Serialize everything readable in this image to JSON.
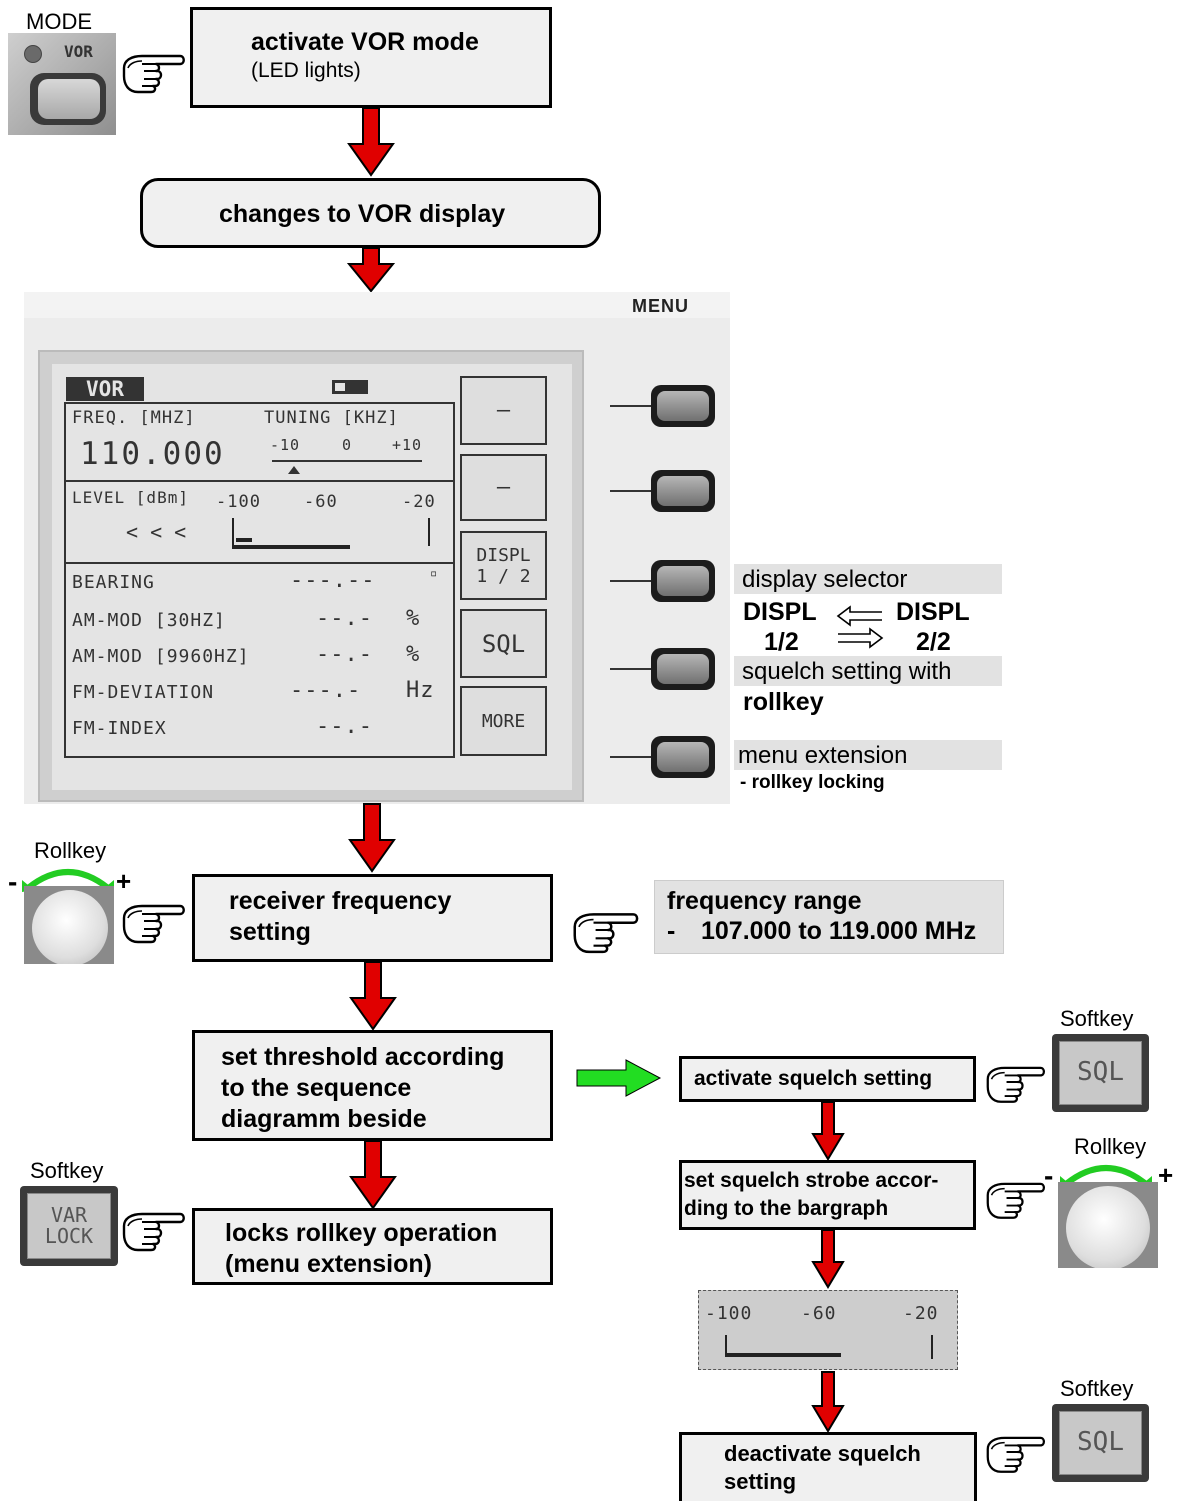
{
  "mode_panel": {
    "label": "MODE",
    "button_label": "VOR"
  },
  "step_activate_vor": {
    "line1": "activate VOR mode",
    "line2": "(LED lights)"
  },
  "step_changes_display": {
    "label": "changes to VOR display"
  },
  "device": {
    "menu_label": "MENU",
    "screen": {
      "mode_badge": "VOR",
      "freq_label": "FREQ. [MHZ]",
      "freq_value": "110.000",
      "tuning_label": "TUNING [KHZ]",
      "tuning_ticks": [
        "-10",
        "0",
        "+10"
      ],
      "level_label": "LEVEL [dBm]",
      "level_arrows": "< < <",
      "level_ticks": [
        "-100",
        "-60",
        "-20"
      ],
      "rows": [
        {
          "label": "BEARING",
          "value": "---.--",
          "unit": "▫"
        },
        {
          "label": "AM-MOD [30HZ]",
          "value": "--.-",
          "unit": "%"
        },
        {
          "label": "AM-MOD [9960HZ]",
          "value": "--.-",
          "unit": "%"
        },
        {
          "label": "FM-DEVIATION",
          "value": "---.-",
          "unit": "Hz"
        },
        {
          "label": "FM-INDEX",
          "value": "--.-",
          "unit": ""
        }
      ],
      "softkeys": [
        {
          "line1": "–",
          "line2": ""
        },
        {
          "line1": "–",
          "line2": ""
        },
        {
          "line1": "DISPL",
          "line2": "1 / 2"
        },
        {
          "line1": "SQL",
          "line2": ""
        },
        {
          "line1": "MORE",
          "line2": ""
        }
      ]
    }
  },
  "annotations": {
    "display_selector": "display selector",
    "displ_left": "DISPL",
    "displ_left_page": "1/2",
    "displ_right": "DISPL",
    "displ_right_page": "2/2",
    "squelch_line1": "squelch setting with",
    "squelch_line2": "rollkey",
    "menu_ext_line1": "menu extension",
    "menu_ext_line2": "- rollkey locking"
  },
  "rollkey1": {
    "label": "Rollkey",
    "minus": "-",
    "plus": "+"
  },
  "step_receiver_freq": {
    "line1": "receiver frequency",
    "line2": "setting"
  },
  "freq_range": {
    "line1": "frequency range",
    "line2_dash": "-",
    "line2": "107.000 to 119.000 MHz"
  },
  "step_threshold": {
    "line1": "set threshold according",
    "line2": "to the sequence",
    "line3": "diagramm beside"
  },
  "softkey_var": {
    "label": "Softkey",
    "line1": "VAR",
    "line2": "LOCK"
  },
  "step_locks": {
    "line1": "locks rollkey operation",
    "line2": "(menu extension)"
  },
  "softkey_sql_1": {
    "label": "Softkey",
    "text": "SQL"
  },
  "step_activate_squelch": {
    "label": "activate squelch setting"
  },
  "rollkey2": {
    "label": "Rollkey",
    "minus": "-",
    "plus": "+"
  },
  "step_set_squelch": {
    "line1": "set squelch strobe accor-",
    "line2": "ding  to the bargraph"
  },
  "bargraph": {
    "ticks": [
      "-100",
      "-60",
      "-20"
    ]
  },
  "softkey_sql_2": {
    "label": "Softkey",
    "text": "SQL"
  },
  "step_deactivate": {
    "line1": "deactivate squelch",
    "line2": "setting"
  },
  "colors": {
    "flow_arrow": "#e00000",
    "branch_arrow": "#22dd22",
    "rollkey_arrow": "#22cc22",
    "box_fill": "#f0f0f0"
  }
}
